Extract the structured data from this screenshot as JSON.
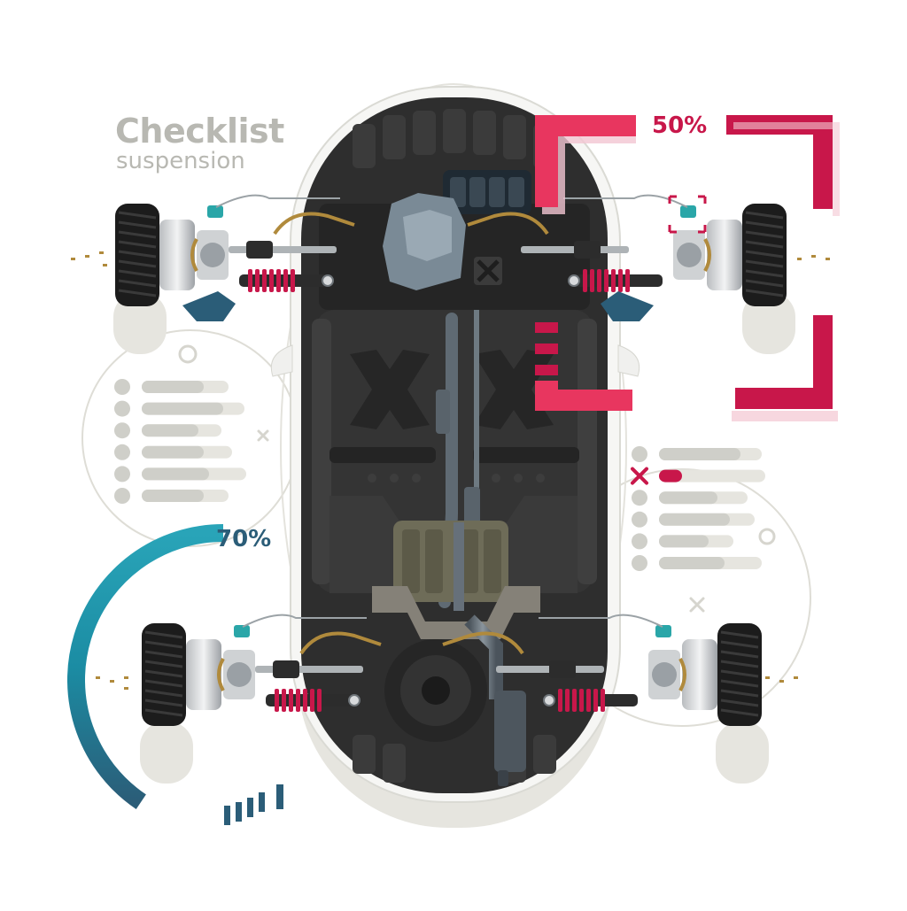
{
  "header": {
    "title": "Checklist",
    "subtitle": "suspension"
  },
  "progress": {
    "front_right_percent_label": "50%",
    "front_right_value": 0.5,
    "rear_left_percent_label": "70%",
    "rear_left_value": 0.7
  },
  "checklists": {
    "left": {
      "item_count": 6,
      "status": [
        "ok",
        "ok",
        "ok",
        "ok",
        "ok",
        "ok"
      ]
    },
    "right": {
      "item_count": 6,
      "status": [
        "ok",
        "fail",
        "ok",
        "ok",
        "ok",
        "ok"
      ]
    }
  },
  "icons": {
    "fail_mark": "cross-icon",
    "list_bullet": "circle-bullet-icon",
    "deco": [
      "circle-outline-icon",
      "small-cross-icon"
    ]
  },
  "colors": {
    "crimson": "#c8174a",
    "crimson_light": "#e8365f",
    "teal": "#1b8ca3",
    "teal_dark": "#2b5d78",
    "gray": "#cfcfc9",
    "gray_light": "#e6e5df",
    "body_dark": "#2e2e2e",
    "body_mid": "#3d3d3d",
    "body_white": "#f6f6f4",
    "spring_red": "#c8174a",
    "bronze": "#b08a3c",
    "title_gray": "#b8b8b2"
  }
}
